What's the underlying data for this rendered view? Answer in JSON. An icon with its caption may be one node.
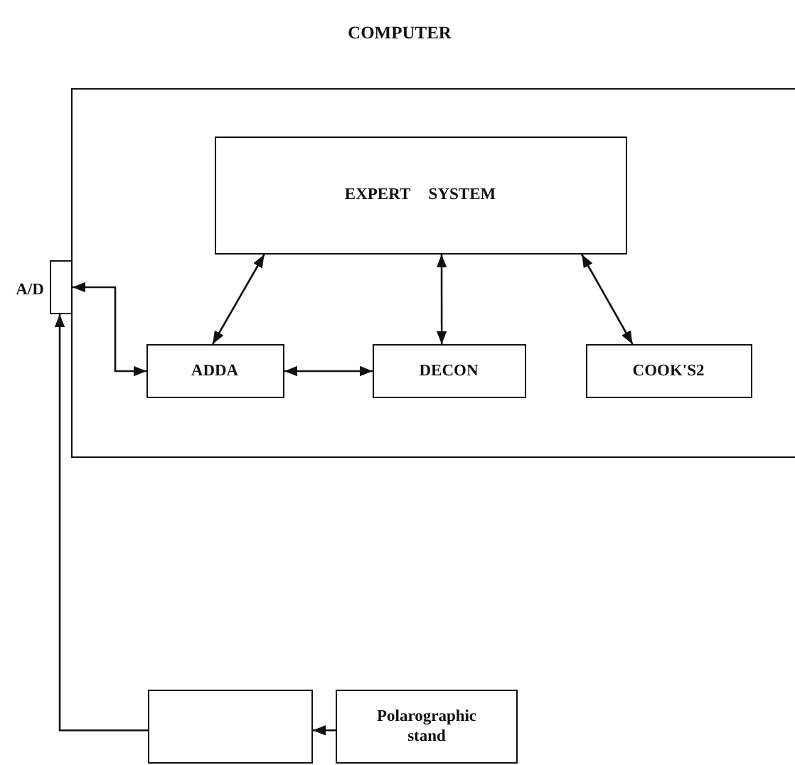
{
  "diagram": {
    "nodes": [
      {
        "text": [
          "COMPUTER"
        ]
      },
      {
        "text": [
          "EXPERT SYSTEM"
        ],
        "in": 0
      },
      {
        "text": [
          "ADDA"
        ],
        "in": 0
      },
      {
        "text": [
          "DECON"
        ],
        "in": 0
      },
      {
        "text": [
          "COOK'S2"
        ],
        "in": 0
      },
      {
        "text": [
          "A/D"
        ]
      },
      {
        "text": [],
        "shape": "box"
      },
      {
        "text": [
          "Polarographic stand"
        ]
      }
    ],
    "edges": [
      {
        "from": 1,
        "to": 2,
        "arrow": "both"
      },
      {
        "from": 1,
        "to": 3,
        "arrow": "both"
      },
      {
        "from": 1,
        "to": 4,
        "arrow": "both"
      },
      {
        "from": 2,
        "to": 3,
        "arrow": "both"
      },
      {
        "from": 5,
        "to": 2,
        "arrow": "both"
      },
      {
        "from": 7,
        "to": 6,
        "arrow": "to"
      },
      {
        "from": 6,
        "to": 5,
        "arrow": "to"
      }
    ]
  }
}
